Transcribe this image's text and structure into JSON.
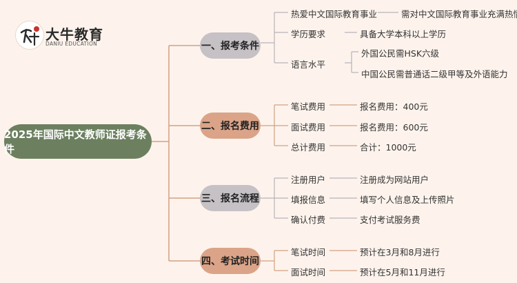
{
  "logo": {
    "name": "大牛教育",
    "subtitle": "DANIU EDUCATION",
    "mark_text": "大牛",
    "colors": {
      "red": "#c8322e",
      "dark": "#2a2a2a"
    }
  },
  "root": {
    "label": "2025年国际中文教师证报考条件"
  },
  "branches": [
    {
      "label": "一、报考条件",
      "items": [
        {
          "label": "热爱中文国际教育事业",
          "values": [
            "需对中文国际教育事业充满热情"
          ]
        },
        {
          "label": "学历要求",
          "values": [
            "具备大学本科以上学历"
          ]
        },
        {
          "label": "语言水平",
          "values": [
            "外国公民需HSK六级",
            "中国公民需普通话二级甲等及外语能力"
          ]
        }
      ]
    },
    {
      "label": "二、报名费用",
      "items": [
        {
          "label": "笔试费用",
          "values": [
            "报名费用：400元"
          ]
        },
        {
          "label": "面试费用",
          "values": [
            "报名费用：600元"
          ]
        },
        {
          "label": "总计费用",
          "values": [
            "合计：1000元"
          ]
        }
      ]
    },
    {
      "label": "三、报名流程",
      "items": [
        {
          "label": "注册用户",
          "values": [
            "注册成为网站用户"
          ]
        },
        {
          "label": "填报信息",
          "values": [
            "填写个人信息及上传照片"
          ]
        },
        {
          "label": "确认付费",
          "values": [
            "支付考试服务费"
          ]
        }
      ]
    },
    {
      "label": "四、考试时间",
      "items": [
        {
          "label": "笔试时间",
          "values": [
            "预计在3月和8月进行"
          ]
        },
        {
          "label": "面试时间",
          "values": [
            "预计在5月和11月进行"
          ]
        }
      ]
    }
  ],
  "colors": {
    "background": "#fdf3ec",
    "root": "#6c8060",
    "branch_grey": "#c5c1c5",
    "branch_pink": "#dba488",
    "line_grey": "#b7b3b8",
    "line_pink": "#d4a083"
  }
}
